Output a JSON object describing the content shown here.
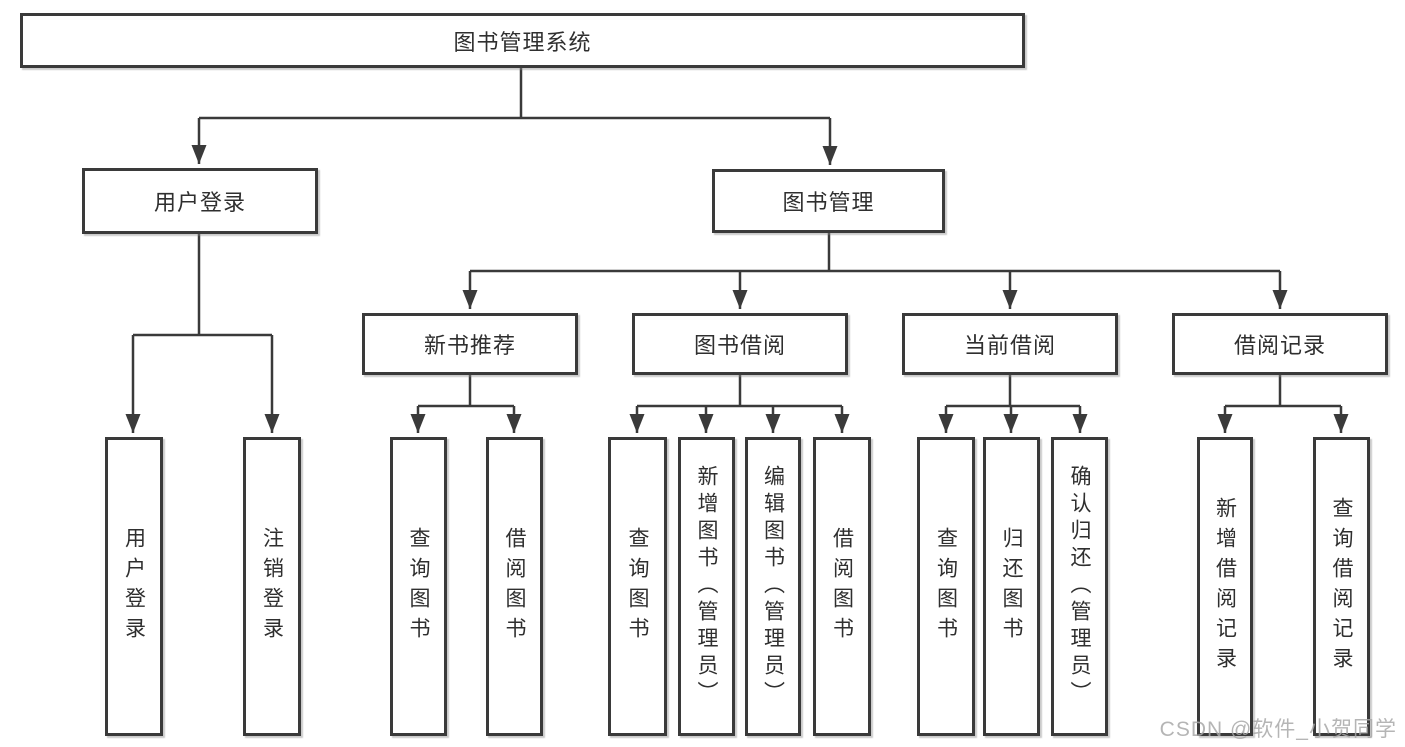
{
  "diagram": {
    "background": "#ffffff",
    "line_color": "#3a3a3a",
    "text_color": "#2f2f2f"
  },
  "nodes": {
    "root": {
      "label": "图书管理系统"
    },
    "login": {
      "label": "用户登录",
      "children": [
        {
          "label": "用户登录"
        },
        {
          "label": "注销登录"
        }
      ]
    },
    "mgmt": {
      "label": "图书管理",
      "sections": [
        {
          "label": "新书推荐",
          "children": [
            {
              "label": "查询图书"
            },
            {
              "label": "借阅图书"
            }
          ]
        },
        {
          "label": "图书借阅",
          "children": [
            {
              "label": "查询图书"
            },
            {
              "label": "新增图书（管理员）"
            },
            {
              "label": "编辑图书（管理员）"
            },
            {
              "label": "借阅图书"
            }
          ]
        },
        {
          "label": "当前借阅",
          "children": [
            {
              "label": "查询图书"
            },
            {
              "label": "归还图书"
            },
            {
              "label": "确认归还（管理员）"
            }
          ]
        },
        {
          "label": "借阅记录",
          "children": [
            {
              "label": "新增借阅记录"
            },
            {
              "label": "查询借阅记录"
            }
          ]
        }
      ]
    }
  },
  "watermark": {
    "label": "CSDN @软件_小贺同学"
  }
}
